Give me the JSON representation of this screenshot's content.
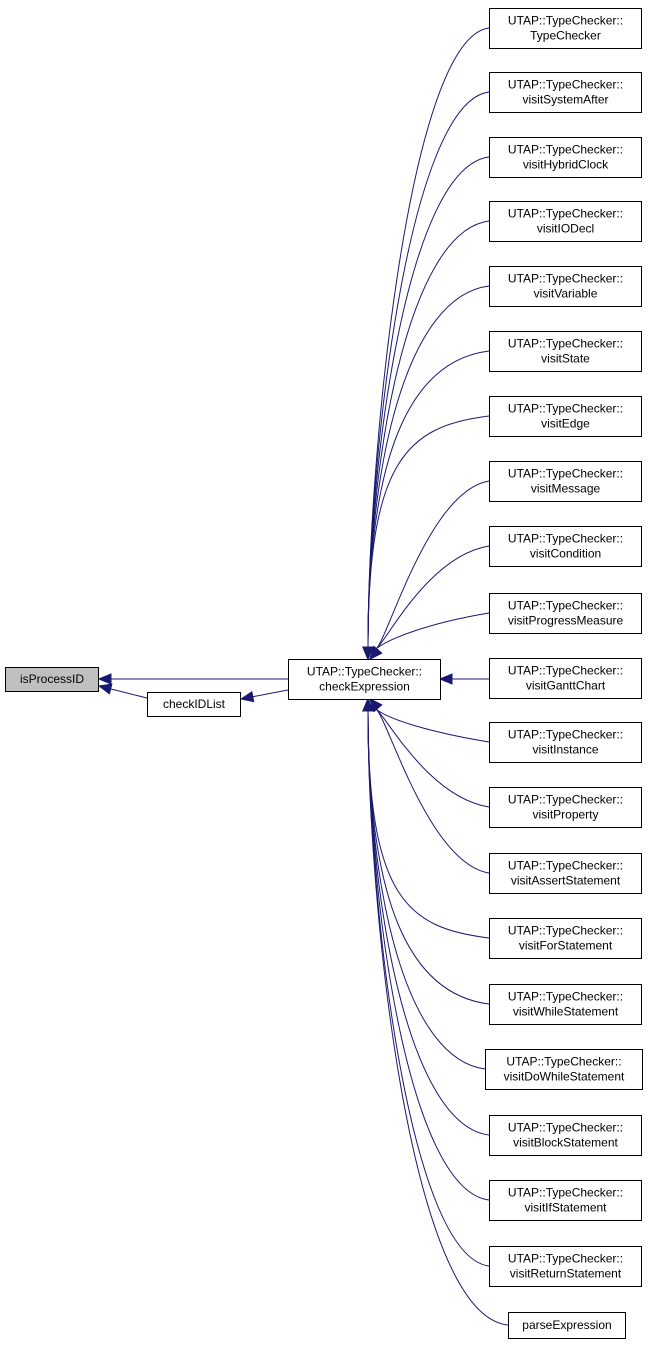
{
  "graph": {
    "colors": {
      "edge": "#191970",
      "highlight_fill": "#bfbfbf",
      "node_fill": "#ffffff",
      "node_border": "#000000"
    },
    "nodes": [
      {
        "id": "isProcessID",
        "lines": [
          "isProcessID"
        ],
        "highlight": true
      },
      {
        "id": "checkIDList",
        "lines": [
          "checkIDList"
        ]
      },
      {
        "id": "checkExpression",
        "lines": [
          "UTAP::TypeChecker::",
          "checkExpression"
        ]
      },
      {
        "id": "TypeChecker",
        "lines": [
          "UTAP::TypeChecker::",
          "TypeChecker"
        ]
      },
      {
        "id": "visitSystemAfter",
        "lines": [
          "UTAP::TypeChecker::",
          "visitSystemAfter"
        ]
      },
      {
        "id": "visitHybridClock",
        "lines": [
          "UTAP::TypeChecker::",
          "visitHybridClock"
        ]
      },
      {
        "id": "visitIODecl",
        "lines": [
          "UTAP::TypeChecker::",
          "visitIODecl"
        ]
      },
      {
        "id": "visitVariable",
        "lines": [
          "UTAP::TypeChecker::",
          "visitVariable"
        ]
      },
      {
        "id": "visitState",
        "lines": [
          "UTAP::TypeChecker::",
          "visitState"
        ]
      },
      {
        "id": "visitEdge",
        "lines": [
          "UTAP::TypeChecker::",
          "visitEdge"
        ]
      },
      {
        "id": "visitMessage",
        "lines": [
          "UTAP::TypeChecker::",
          "visitMessage"
        ]
      },
      {
        "id": "visitCondition",
        "lines": [
          "UTAP::TypeChecker::",
          "visitCondition"
        ]
      },
      {
        "id": "visitProgressMeasure",
        "lines": [
          "UTAP::TypeChecker::",
          "visitProgressMeasure"
        ]
      },
      {
        "id": "visitGanttChart",
        "lines": [
          "UTAP::TypeChecker::",
          "visitGanttChart"
        ]
      },
      {
        "id": "visitInstance",
        "lines": [
          "UTAP::TypeChecker::",
          "visitInstance"
        ]
      },
      {
        "id": "visitProperty",
        "lines": [
          "UTAP::TypeChecker::",
          "visitProperty"
        ]
      },
      {
        "id": "visitAssertStatement",
        "lines": [
          "UTAP::TypeChecker::",
          "visitAssertStatement"
        ]
      },
      {
        "id": "visitForStatement",
        "lines": [
          "UTAP::TypeChecker::",
          "visitForStatement"
        ]
      },
      {
        "id": "visitWhileStatement",
        "lines": [
          "UTAP::TypeChecker::",
          "visitWhileStatement"
        ]
      },
      {
        "id": "visitDoWhileStatement",
        "lines": [
          "UTAP::TypeChecker::",
          "visitDoWhileStatement"
        ]
      },
      {
        "id": "visitBlockStatement",
        "lines": [
          "UTAP::TypeChecker::",
          "visitBlockStatement"
        ]
      },
      {
        "id": "visitIfStatement",
        "lines": [
          "UTAP::TypeChecker::",
          "visitIfStatement"
        ]
      },
      {
        "id": "visitReturnStatement",
        "lines": [
          "UTAP::TypeChecker::",
          "visitReturnStatement"
        ]
      },
      {
        "id": "parseExpression",
        "lines": [
          "parseExpression"
        ]
      }
    ],
    "edges": [
      {
        "from": "checkExpression",
        "to": "isProcessID"
      },
      {
        "from": "checkIDList",
        "to": "isProcessID"
      },
      {
        "from": "checkExpression",
        "to": "checkIDList"
      },
      {
        "from": "TypeChecker",
        "to": "checkExpression"
      },
      {
        "from": "visitSystemAfter",
        "to": "checkExpression"
      },
      {
        "from": "visitHybridClock",
        "to": "checkExpression"
      },
      {
        "from": "visitIODecl",
        "to": "checkExpression"
      },
      {
        "from": "visitVariable",
        "to": "checkExpression"
      },
      {
        "from": "visitState",
        "to": "checkExpression"
      },
      {
        "from": "visitEdge",
        "to": "checkExpression"
      },
      {
        "from": "visitMessage",
        "to": "checkExpression"
      },
      {
        "from": "visitCondition",
        "to": "checkExpression"
      },
      {
        "from": "visitProgressMeasure",
        "to": "checkExpression"
      },
      {
        "from": "visitGanttChart",
        "to": "checkExpression"
      },
      {
        "from": "visitInstance",
        "to": "checkExpression"
      },
      {
        "from": "visitProperty",
        "to": "checkExpression"
      },
      {
        "from": "visitAssertStatement",
        "to": "checkExpression"
      },
      {
        "from": "visitForStatement",
        "to": "checkExpression"
      },
      {
        "from": "visitWhileStatement",
        "to": "checkExpression"
      },
      {
        "from": "visitDoWhileStatement",
        "to": "checkExpression"
      },
      {
        "from": "visitBlockStatement",
        "to": "checkExpression"
      },
      {
        "from": "visitIfStatement",
        "to": "checkExpression"
      },
      {
        "from": "visitReturnStatement",
        "to": "checkExpression"
      },
      {
        "from": "parseExpression",
        "to": "checkExpression"
      }
    ]
  }
}
